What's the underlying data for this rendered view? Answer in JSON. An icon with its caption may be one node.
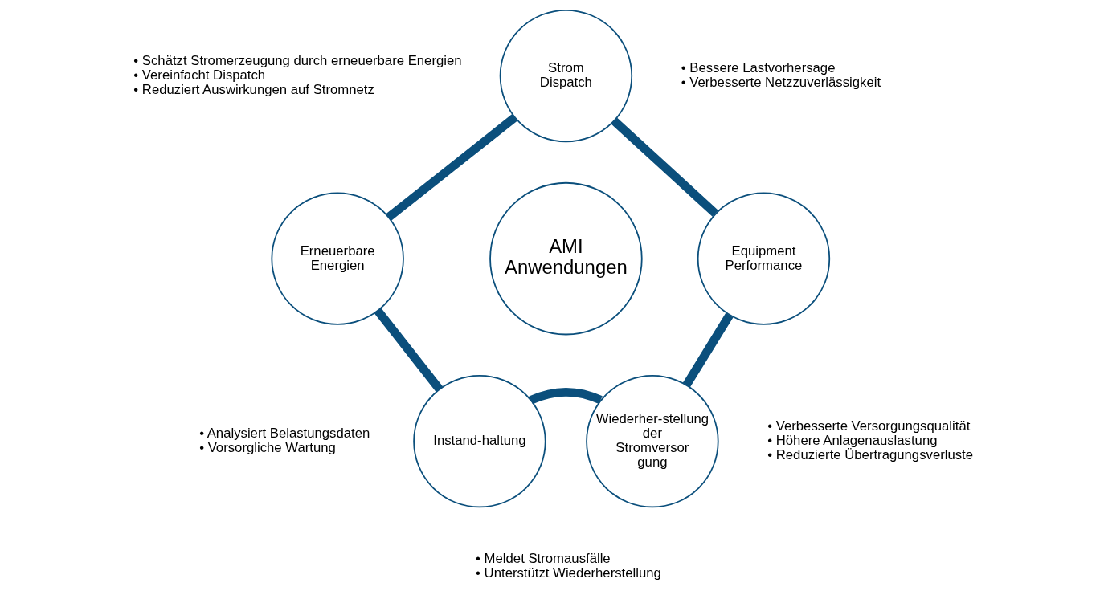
{
  "diagram": {
    "nodes": [
      {
        "text": [
          "Strom Dispatch"
        ],
        "beside": [
          "• Bessere Lastvorhersage",
          "• Verbesserte Netzzuverlässigkeit"
        ]
      },
      {
        "text": [
          "Erneuerbare Energien"
        ],
        "beside": [
          "• Schätzt Stromerzeugung durch erneuerbare Energien",
          "• Vereinfacht Dispatch",
          "• Reduziert Auswirkungen auf Stromnetz"
        ]
      },
      {
        "text": [
          "AMI Anwendungen"
        ]
      },
      {
        "text": [
          "Equipment Performance"
        ],
        "beside": [
          "• Verbesserte Versorgungsqualität",
          "• Höhere Anlagenauslastung",
          "• Reduzierte Übertragungsverluste"
        ]
      },
      {
        "text": [
          "Instand-haltung"
        ],
        "beside": [
          "• Analysiert Belastungsdaten",
          "• Vorsorgliche Wartung"
        ]
      },
      {
        "text": [
          "Wiederher-stellung der Stromversor gung"
        ],
        "beside": [
          "• Meldet Stromausfälle",
          "• Unterstützt Wiederherstellung"
        ]
      }
    ],
    "edges": [
      {
        "from": 0,
        "to": 3,
        "arrow": "none"
      },
      {
        "from": 3,
        "to": 5,
        "arrow": "none"
      },
      {
        "from": 5,
        "to": 4,
        "arrow": "none"
      },
      {
        "from": 4,
        "to": 1,
        "arrow": "none"
      },
      {
        "from": 1,
        "to": 0,
        "arrow": "none"
      }
    ]
  }
}
